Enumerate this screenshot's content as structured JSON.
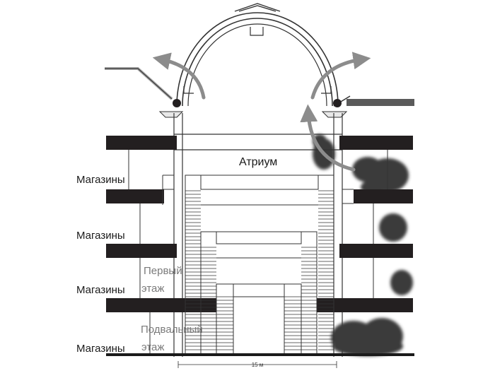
{
  "labels": {
    "atrium": "Атриум",
    "shops": "Магазины",
    "first_floor_line1": "Первый",
    "first_floor_line2": "этаж",
    "basement_line1": "Подвальный",
    "basement_line2": "этаж",
    "scale": "15 м"
  },
  "colors": {
    "slab": "#231f20",
    "line": "#333333",
    "arrow": "#8c8c8c",
    "smoke": "#3a3a3a",
    "ground": "#1a1a1a"
  }
}
